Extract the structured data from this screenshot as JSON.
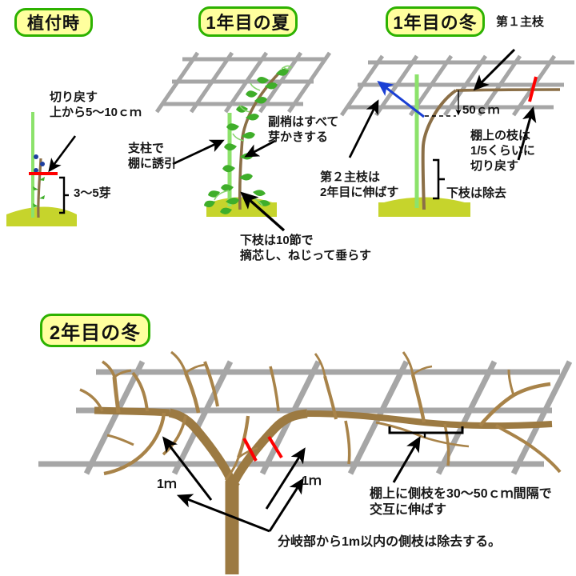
{
  "document": {
    "title": "ブドウ棚仕立ての剪定・誘引図",
    "background": "#ffffff"
  },
  "colors": {
    "badge_fill": "#ffff9e",
    "badge_border": "#2db200",
    "wire": "#a6a6a6",
    "trunk_brown": "#8b6f47",
    "branch_brown": "#9c7a42",
    "leaf_green": "#3fae2a",
    "stake_green": "#8ce26b",
    "soil": "#c6d42c",
    "cut_red": "#ff0000",
    "arrow_black": "#000000",
    "arrow_blue": "#1a3fd4",
    "bud_blue": "#1d3fa0"
  },
  "panels": [
    {
      "id": "planting",
      "badge": "植付時",
      "notes": [
        {
          "id": "cut-back",
          "text": "切り戻す\n上から5〜10ｃｍ"
        },
        {
          "id": "buds",
          "text": "3〜5芽"
        }
      ]
    },
    {
      "id": "year1-summer",
      "badge": "1年目の夏",
      "notes": [
        {
          "id": "stake-train",
          "text": "支柱で\n棚に誘引"
        },
        {
          "id": "lateral-remove",
          "text": "副梢はすべて\n芽かきする"
        },
        {
          "id": "lower-shoot",
          "text": "下枝は10節で\n摘芯し、ねじって垂らす"
        }
      ]
    },
    {
      "id": "year1-winter",
      "badge": "1年目の冬",
      "notes": [
        {
          "id": "main-branch-1",
          "text": "第１主枝"
        },
        {
          "id": "height-50cm",
          "text": "50ｃｍ"
        },
        {
          "id": "cut-to-fifth",
          "text": "棚上の枝は\n1/5くらいに\n切り戻す"
        },
        {
          "id": "main-branch-2",
          "text": "第２主枝は\n2年目に伸ばす"
        },
        {
          "id": "remove-lower",
          "text": "下枝は除去"
        }
      ]
    },
    {
      "id": "year2-winter",
      "badge": "2年目の冬",
      "notes": [
        {
          "id": "one-meter-left",
          "text": "1ｍ"
        },
        {
          "id": "one-meter-right",
          "text": "1ｍ"
        },
        {
          "id": "side-branch-spacing",
          "text": "棚上に側枝を30〜50ｃｍ間隔で\n交互に伸ばす"
        },
        {
          "id": "remove-within-1m",
          "text": "分岐部から1m以内の側枝は除去する。"
        }
      ]
    }
  ]
}
